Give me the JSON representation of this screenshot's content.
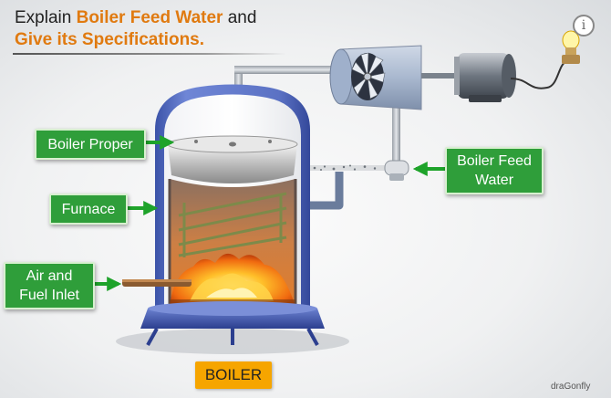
{
  "title": {
    "prefix": "Explain ",
    "highlight_1": "Boiler Feed Water",
    "middle": " and",
    "highlight_2": "Give its Specifications."
  },
  "labels": {
    "boiler_proper": "Boiler Proper",
    "furnace": "Furnace",
    "air_fuel_line1": "Air and",
    "air_fuel_line2": "Fuel Inlet",
    "feed_water_line1": "Boiler Feed",
    "feed_water_line2": "Water"
  },
  "caption": "BOILER",
  "info_icon": "i",
  "brand": "draGonfly",
  "colors": {
    "label_green": "#2f9e3a",
    "title_orange": "#e07a10",
    "caption_orange": "#f6a500",
    "shell_blue": "#4a62b8"
  },
  "icons": [
    "info-icon",
    "light-bulb-icon",
    "arrow-right-icon",
    "arrow-left-icon"
  ]
}
